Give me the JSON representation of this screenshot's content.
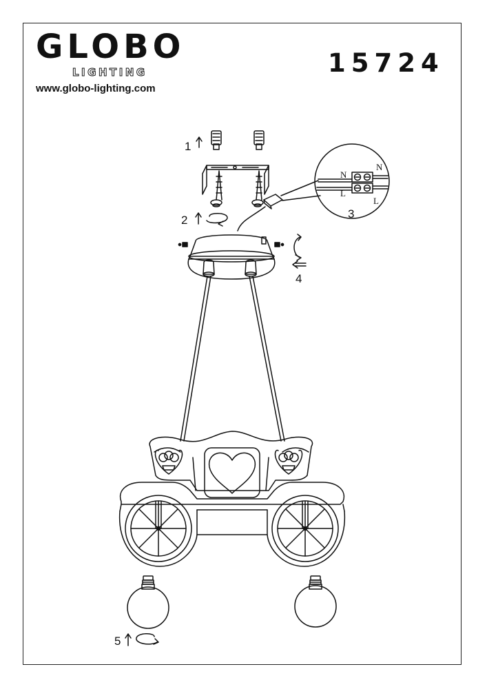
{
  "brand": {
    "name": "GLOBO",
    "sub": "LIGHTING",
    "url": "www.globo-lighting.com"
  },
  "model_number": "15724",
  "steps": {
    "s1": "1",
    "s2": "2",
    "s3": "3",
    "s4": "4",
    "s5": "5"
  },
  "wiring": {
    "n_left": "N",
    "l_left": "L",
    "n_right": "N",
    "l_right": "L"
  },
  "icons": [
    "arrow-up-icon",
    "rotate-arrow-icon",
    "arrow-left-icon",
    "screw-icon",
    "bulb-icon"
  ],
  "colors": {
    "ink": "#111111",
    "paper": "#ffffff"
  }
}
